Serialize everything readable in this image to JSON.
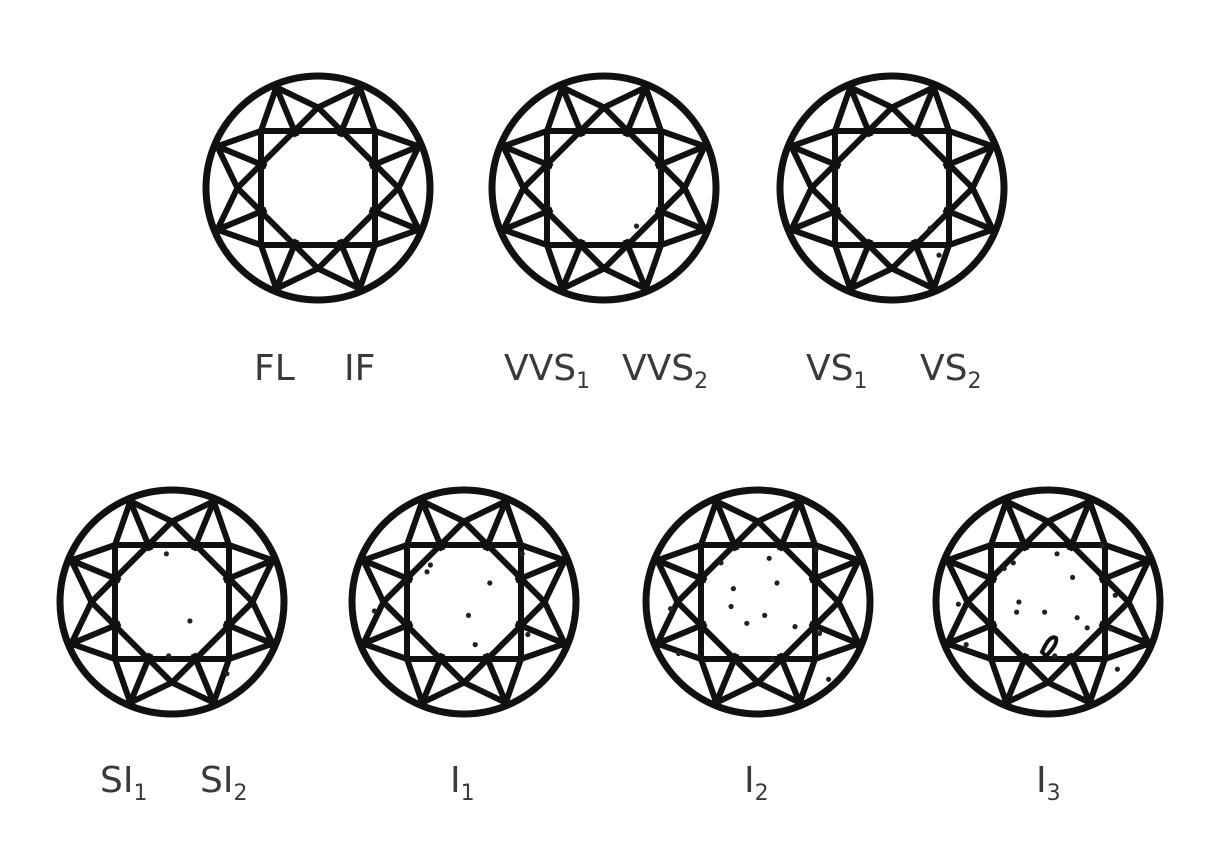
{
  "stroke_color": "#111111",
  "label_color": "#3a3a3a",
  "background": "#ffffff",
  "grades": [
    {
      "id": "fl-if",
      "inclusion_count": 0,
      "labels": [
        {
          "main": "FL",
          "sub": ""
        },
        {
          "main": "IF",
          "sub": ""
        }
      ]
    },
    {
      "id": "vvs",
      "inclusion_count": 1,
      "labels": [
        {
          "main": "VVS",
          "sub": "1"
        },
        {
          "main": "VVS",
          "sub": "2"
        }
      ]
    },
    {
      "id": "vs",
      "inclusion_count": 2,
      "labels": [
        {
          "main": "VS",
          "sub": "1"
        },
        {
          "main": "VS",
          "sub": "2"
        }
      ]
    },
    {
      "id": "si",
      "inclusion_count": 4,
      "labels": [
        {
          "main": "SI",
          "sub": "1"
        },
        {
          "main": "SI",
          "sub": "2"
        }
      ]
    },
    {
      "id": "i1",
      "inclusion_count": 8,
      "labels": [
        {
          "main": "I",
          "sub": "1"
        }
      ]
    },
    {
      "id": "i2",
      "inclusion_count": 14,
      "labels": [
        {
          "main": "I",
          "sub": "2"
        }
      ]
    },
    {
      "id": "i3",
      "inclusion_count": 16,
      "labels": [
        {
          "main": "I",
          "sub": "3"
        }
      ]
    }
  ]
}
